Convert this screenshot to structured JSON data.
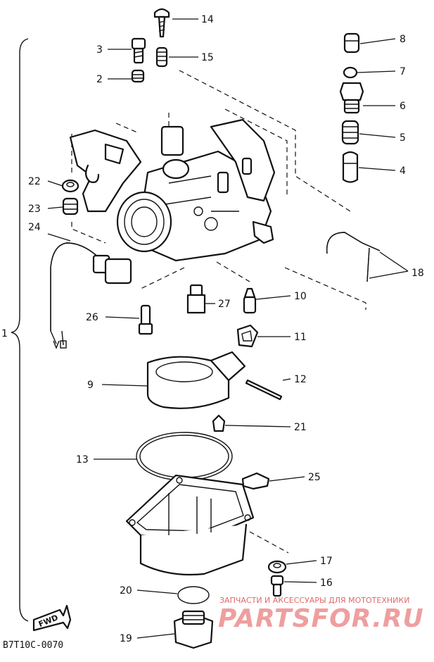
{
  "diagram": {
    "callouts": {
      "c1": "1",
      "c2": "2",
      "c3": "3",
      "c4": "4",
      "c5": "5",
      "c6": "6",
      "c7": "7",
      "c8": "8",
      "c9": "9",
      "c10": "10",
      "c11": "11",
      "c12": "12",
      "c13": "13",
      "c14": "14",
      "c15": "15",
      "c16": "16",
      "c17": "17",
      "c18": "18",
      "c19": "19",
      "c20": "20",
      "c21": "21",
      "c22": "22",
      "c23": "23",
      "c24": "24",
      "c25": "25",
      "c26": "26",
      "c27": "27"
    },
    "direction_label": "FWD",
    "drawing_code": "B7T10C-0070"
  },
  "watermark": {
    "tagline": "ЗАПЧАСТИ И АКСЕССУАРЫ ДЛЯ МОТОТЕХНИКИ",
    "brand": "PARTSFOR.RU"
  }
}
